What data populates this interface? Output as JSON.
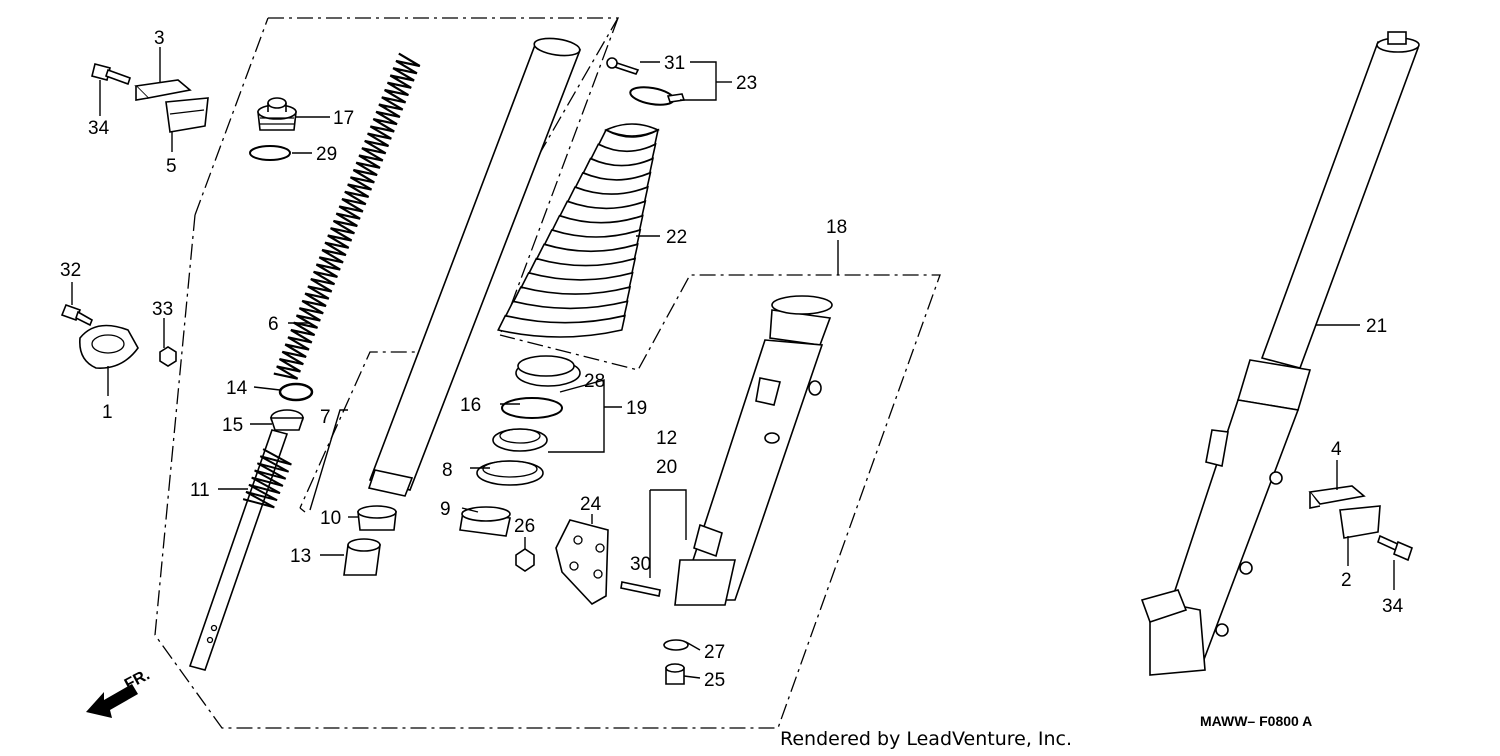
{
  "diagram": {
    "callouts": [
      {
        "id": "c1",
        "text": "1"
      },
      {
        "id": "c2",
        "text": "2"
      },
      {
        "id": "c3",
        "text": "3"
      },
      {
        "id": "c4",
        "text": "4"
      },
      {
        "id": "c5",
        "text": "5"
      },
      {
        "id": "c6",
        "text": "6"
      },
      {
        "id": "c7",
        "text": "7"
      },
      {
        "id": "c8",
        "text": "8"
      },
      {
        "id": "c9",
        "text": "9"
      },
      {
        "id": "c10",
        "text": "10"
      },
      {
        "id": "c11",
        "text": "11"
      },
      {
        "id": "c12",
        "text": "12"
      },
      {
        "id": "c13",
        "text": "13"
      },
      {
        "id": "c14",
        "text": "14"
      },
      {
        "id": "c15",
        "text": "15"
      },
      {
        "id": "c16",
        "text": "16"
      },
      {
        "id": "c17",
        "text": "17"
      },
      {
        "id": "c18",
        "text": "18"
      },
      {
        "id": "c19",
        "text": "19"
      },
      {
        "id": "c20",
        "text": "20"
      },
      {
        "id": "c21",
        "text": "21"
      },
      {
        "id": "c22",
        "text": "22"
      },
      {
        "id": "c23",
        "text": "23"
      },
      {
        "id": "c24",
        "text": "24"
      },
      {
        "id": "c25",
        "text": "25"
      },
      {
        "id": "c26",
        "text": "26"
      },
      {
        "id": "c27",
        "text": "27"
      },
      {
        "id": "c28",
        "text": "28"
      },
      {
        "id": "c29",
        "text": "29"
      },
      {
        "id": "c30",
        "text": "30"
      },
      {
        "id": "c31",
        "text": "31"
      },
      {
        "id": "c32",
        "text": "32"
      },
      {
        "id": "c33",
        "text": "33"
      },
      {
        "id": "c34a",
        "text": "34"
      },
      {
        "id": "c34b",
        "text": "34"
      }
    ],
    "front_label": "FR.",
    "diagram_code": "MAWW– F0800 A",
    "footer": "Rendered by LeadVenture, Inc."
  }
}
